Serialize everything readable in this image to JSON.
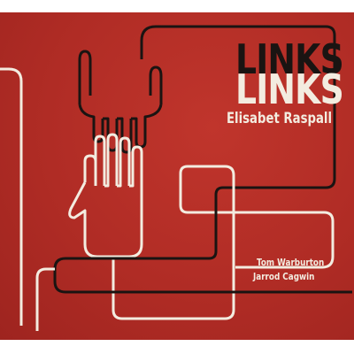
{
  "album": {
    "title_top": "LINKS",
    "title_bottom": "LINKS",
    "artist": "Elisabet Raspall",
    "credits": [
      "Tom Warburton",
      "Jarrod Cagwin"
    ]
  },
  "colors": {
    "background": "#b02c25",
    "line_dark": "#1a1412",
    "line_light": "#f3ece0"
  }
}
